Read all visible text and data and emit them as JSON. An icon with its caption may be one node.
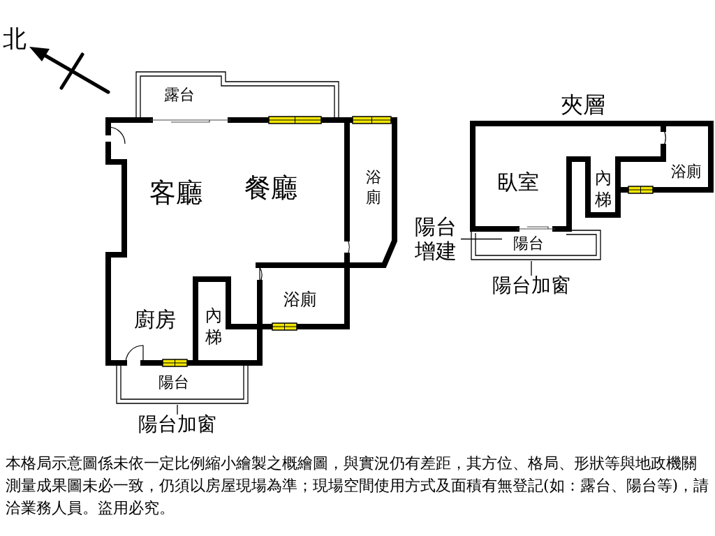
{
  "diagram": {
    "caption": "本格局示意圖係未依一定比例縮小繪製之概繪圖，與實況仍有差距，其方位、格局、形狀等與地政機關測量成果圖未必一致，仍須以房屋現場為準；現場空間使用方式及面積有無登記(如：露台、陽台等)，請洽業務人員。盜用必究。",
    "nodes": [
      {
        "text": [
          "露台"
        ]
      },
      {
        "text": [
          "陽台"
        ]
      },
      {
        "text": [
          "陽台加窗"
        ]
      },
      {
        "text": [
          "陽台"
        ]
      },
      {
        "text": [
          "陽台增建"
        ]
      },
      {
        "text": [
          "陽台加窗"
        ]
      }
    ],
    "edges": [
      {
        "from": 2,
        "to": 1,
        "arrow": "none"
      },
      {
        "from": 4,
        "to": 3,
        "arrow": "none"
      },
      {
        "from": 5,
        "to": 3,
        "arrow": "none"
      }
    ],
    "labels": [
      "北",
      "夾層",
      "客廳",
      "餐廳",
      "浴廁",
      "臥室",
      "內梯",
      "浴廁",
      "廚房",
      "內梯",
      "浴廁"
    ]
  }
}
